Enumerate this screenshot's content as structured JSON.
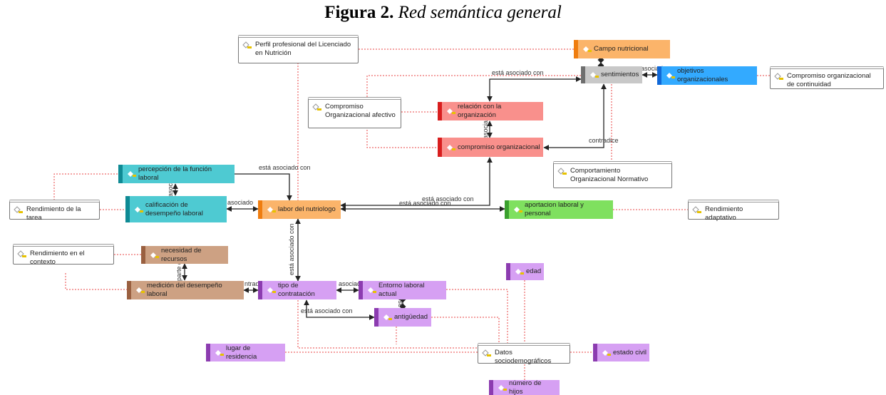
{
  "title": {
    "bold": "Figura 2.",
    "italic": "Red semántica general"
  },
  "icons": {
    "memo": "memo-icon",
    "code": "code-icon"
  },
  "colors": {
    "orange": "#fbb46a",
    "orange_bar": "#ef7d0f",
    "gray": "#c8c8c8",
    "gray_bar": "#6e6e6e",
    "blue": "#33aaff",
    "blue_bar": "#1068d8",
    "red": "#f9908c",
    "red_bar": "#d81e1e",
    "teal": "#4ecad2",
    "teal_bar": "#0f8a94",
    "green": "#7fe05f",
    "green_bar": "#3aa02e",
    "brown": "#cda183",
    "brown_bar": "#9a6040",
    "purple": "#d6a0f3",
    "purple_bar": "#8c3cb0",
    "connector": "#e84646"
  },
  "memos": {
    "perfil": "Perfil profesional del Licenciado en Nutrición",
    "compromiso_continuidad": "Compromiso organizacional de continuidad",
    "compromiso_afectivo": "Compromiso Organizacional afectivo",
    "comportamiento_normativo": "Comportamiento Organizacional Normativo",
    "rendimiento_tarea": "Rendimiento de la tarea",
    "rendimiento_adaptativo": "Rendimiento adaptativo",
    "rendimiento_contexto": "Rendimiento en el contexto",
    "datos_socio": "Datos sociodemográficos"
  },
  "codes": {
    "campo_nutricional": "Campo nutricional",
    "sentimientos": "sentimientos",
    "objetivos_org": "objetivos organizacionales",
    "relacion_org": "relación con la organización",
    "compromiso_org": "compromiso organizacional",
    "percepcion": "percepción de la función laboral",
    "calificacion": "calificación de desempeño laboral",
    "labor": "labor del nutriologo",
    "aportacion": "aportacion laboral y personal",
    "necesidad": "necesidad de recursos",
    "medicion": "medición del desempeño laboral",
    "tipo_contratacion": "tipo de contratación",
    "entorno": "Entorno laboral actual",
    "antiguedad": "antigüedad",
    "edad": "edad",
    "lugar": "lugar de residencia",
    "estado_civil": "estado civil",
    "hijos": "número de hijos"
  },
  "edges": {
    "sent_rel": "está asociado con",
    "sent_obj": "asociad",
    "sent_comp": "contradice",
    "rel_comp": "asociad",
    "perc_labor": "está asociado con",
    "perc_calif": "asociad",
    "calif_labor": "asociado",
    "labor_aport_1": "está asociado con",
    "labor_aport_2": "está asociado con",
    "labor_tipo": "está asociado con",
    "necesidad_medicion": "parte d",
    "medicion_tipo": "ntradi",
    "tipo_entorno": "asociad",
    "entorno_antig": "asoci",
    "tipo_antig": "está asociado con"
  }
}
